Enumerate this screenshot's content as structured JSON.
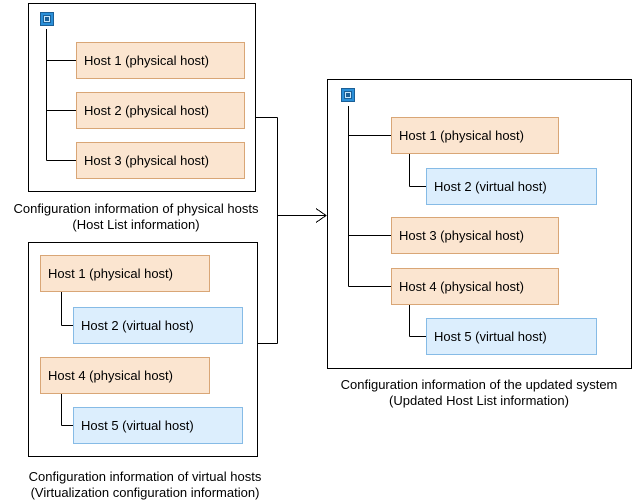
{
  "physical_config": {
    "caption_line1": "Configuration information of physical hosts",
    "caption_line2": "(Host List information)",
    "hosts": [
      "Host 1 (physical host)",
      "Host 2 (physical host)",
      "Host 3 (physical host)"
    ]
  },
  "virtual_config": {
    "caption_line1": "Configuration information of virtual hosts",
    "caption_line2": "(Virtualization configuration information)",
    "hosts": [
      "Host 1 (physical host)",
      "Host 2 (virtual host)",
      "Host 4 (physical host)",
      "Host 5 (virtual host)"
    ]
  },
  "updated_config": {
    "caption_line1": "Configuration information of the updated system",
    "caption_line2": "(Updated Host List information)",
    "hosts": [
      "Host 1 (physical host)",
      "Host 2 (virtual host)",
      "Host 3 (physical host)",
      "Host 4 (physical host)",
      "Host 5 (virtual host)"
    ]
  },
  "colors": {
    "physical_fill": "#fbe5d0",
    "physical_border": "#d9a676",
    "virtual_fill": "#dceefd",
    "virtual_border": "#86bbe6"
  },
  "icons": [
    "system-icon",
    "arrow-right-icon"
  ]
}
